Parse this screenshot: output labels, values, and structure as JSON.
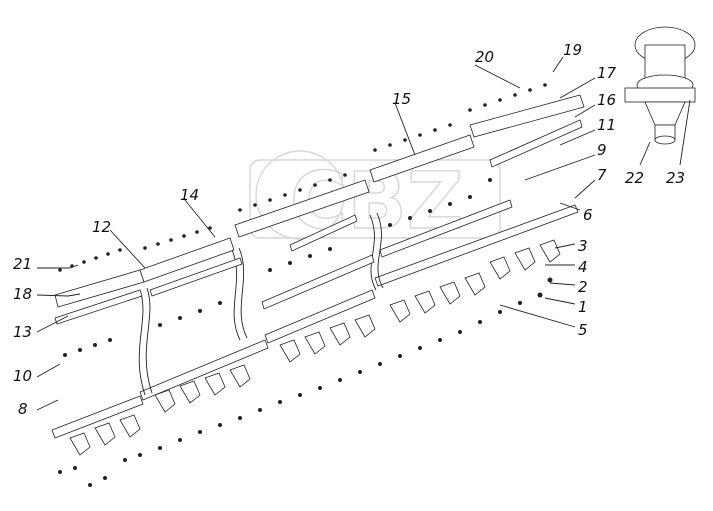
{
  "diagram": {
    "callouts": [
      {
        "id": "c1",
        "label": "1"
      },
      {
        "id": "c2",
        "label": "2"
      },
      {
        "id": "c3",
        "label": "3"
      },
      {
        "id": "c4",
        "label": "4"
      },
      {
        "id": "c5",
        "label": "5"
      },
      {
        "id": "c6",
        "label": "6"
      },
      {
        "id": "c7",
        "label": "7"
      },
      {
        "id": "c8",
        "label": "8"
      },
      {
        "id": "c9",
        "label": "9"
      },
      {
        "id": "c10",
        "label": "10"
      },
      {
        "id": "c11",
        "label": "11"
      },
      {
        "id": "c12",
        "label": "12"
      },
      {
        "id": "c13",
        "label": "13"
      },
      {
        "id": "c14",
        "label": "14"
      },
      {
        "id": "c15",
        "label": "15"
      },
      {
        "id": "c16",
        "label": "16"
      },
      {
        "id": "c17",
        "label": "17"
      },
      {
        "id": "c18",
        "label": "18"
      },
      {
        "id": "c19",
        "label": "19"
      },
      {
        "id": "c20",
        "label": "20"
      },
      {
        "id": "c21",
        "label": "21"
      },
      {
        "id": "c22",
        "label": "22"
      },
      {
        "id": "c23",
        "label": "23"
      }
    ],
    "watermark": "CBZ"
  }
}
